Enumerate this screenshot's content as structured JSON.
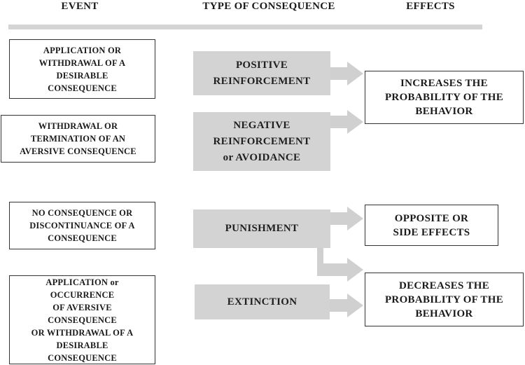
{
  "headers": {
    "event": "EVENT",
    "type_of_consequence": "TYPE OF CONSEQUENCE",
    "effects": "EFFECTS"
  },
  "events": [
    "APPLICATION OR\nWITHDRAWAL OF A\nDESIRABLE\nCONSEQUENCE",
    "WITHDRAWAL OR\nTERMINATION OF AN\nAVERSIVE CONSEQUENCE",
    "NO CONSEQUENCE OR\nDISCONTINUANCE OF A\nCONSEQUENCE",
    "APPLICATION or\nOCCURRENCE\nOF AVERSIVE\nCONSEQUENCE\nOR WITHDRAWAL OF A\nDESIRABLE\nCONSEQUENCE"
  ],
  "consequences": {
    "positive_reinforcement": "POSITIVE\nREINFORCEMENT",
    "negative_reinforcement": "NEGATIVE\nREINFORCEMENT\nor AVOIDANCE",
    "punishment": "PUNISHMENT",
    "extinction": "EXTINCTION"
  },
  "effects": {
    "increases": "INCREASES THE\nPROBABILITY OF THE\nBEHAVIOR",
    "opposite": "OPPOSITE OR\nSIDE EFFECTS",
    "decreases": "DECREASES THE\nPROBABILITY OF THE\nBEHAVIOR"
  },
  "colors": {
    "consequence_fill": "#d3d3d3",
    "arrow": "#d0d0d0",
    "border": "#333333",
    "text": "#1a1a1a"
  }
}
